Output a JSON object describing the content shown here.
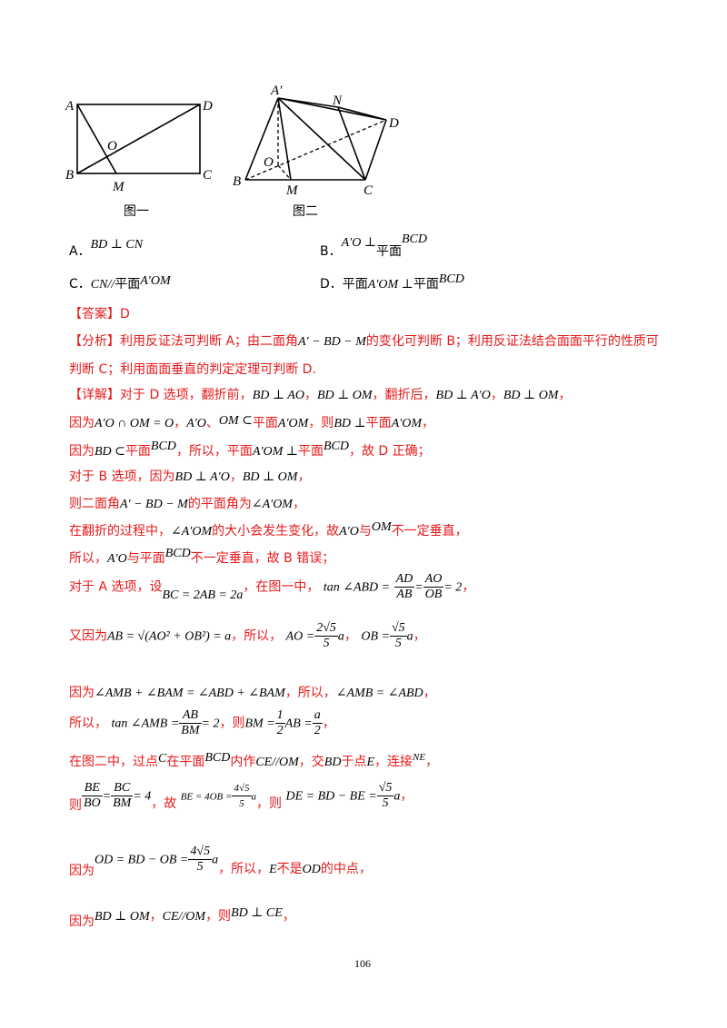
{
  "figures": {
    "fig1": {
      "caption": "图一",
      "labels": {
        "A": "A",
        "B": "B",
        "C": "C",
        "D": "D",
        "O": "O",
        "M": "M"
      }
    },
    "fig2": {
      "caption": "图二",
      "labels": {
        "A": "A′",
        "N": "N",
        "D": "D",
        "O": "O",
        "B": "B",
        "M": "M",
        "C": "C"
      }
    }
  },
  "options": {
    "A": {
      "letter": "A．",
      "math": "BD ⊥ CN"
    },
    "B": {
      "letter": "B．",
      "math": "A′O ⊥",
      "plane": "平面",
      "math2": "BCD"
    },
    "C": {
      "letter": "C．",
      "math": "CN//",
      "plane": "平面",
      "math2": "A′OM"
    },
    "D": {
      "letter": "D．",
      "plane1": "平面",
      "math": "A′OM ⊥",
      "plane2": "平面",
      "math2": "BCD"
    }
  },
  "answer": {
    "tag": "【答案】",
    "value": "D"
  },
  "analysis": {
    "tag": "【分析】",
    "line1a": "利用反证法可判断 A；由二面角",
    "line1math": "A′ − BD − M",
    "line1b": "的变化可判断 B；利用反证法结合面面平行的性质可",
    "line2": "判断 C；利用面面垂直的判定定理可判断 D."
  },
  "detail": {
    "tag": "【详解】",
    "l1a": "对于 D 选项，翻折前，",
    "l1m1": "BD ⊥ AO",
    "l1b": "，",
    "l1m2": "BD ⊥ OM",
    "l1c": "，翻折后，",
    "l1m3": "BD ⊥ A′O",
    "l1d": "，",
    "l1m4": "BD ⊥ OM",
    "l1e": "，",
    "l2a": "因为",
    "l2m1": "A′O ∩ OM = O",
    "l2b": "，",
    "l2m2": "A′O",
    "l2c": "、",
    "l2m3": "OM ⊂",
    "l2d": "平面",
    "l2m4": "A′OM",
    "l2e": "，则",
    "l2m5": "BD ⊥",
    "l2f": "平面",
    "l2m6": "A′OM",
    "l2g": "，",
    "l3a": "因为",
    "l3m1": "BD ⊂",
    "l3b": "平面",
    "l3m2": "BCD",
    "l3c": "，所以，平面",
    "l3m3": "A′OM ⊥",
    "l3d": "平面",
    "l3m4": "BCD",
    "l3e": "，故 D 正确；",
    "l4a": "对于 B 选项，因为",
    "l4m1": "BD ⊥ A′O",
    "l4b": "，",
    "l4m2": "BD ⊥ OM",
    "l4c": "，",
    "l5a": "则二面角",
    "l5m1": "A′ − BD − M",
    "l5b": "的平面角为",
    "l5m2": "∠A′OM",
    "l5c": "，",
    "l6a": "在翻折的过程中，",
    "l6m1": "∠A′OM",
    "l6b": "的大小会发生变化，故",
    "l6m2": "A′O",
    "l6c": "与",
    "l6m3": "OM",
    "l6d": "不一定垂直，",
    "l7a": "所以，",
    "l7m1": "A′O",
    "l7b": "与平面",
    "l7m2": "BCD",
    "l7c": "不一定垂直，故 B 错误；",
    "l8a": "对于 A 选项，设",
    "l8m1": "BC = 2AB = 2a",
    "l8b": "，在图一中，",
    "l8m2": "tan ∠ABD =",
    "l8f1n": "AD",
    "l8f1d": "AB",
    "l8eq": "=",
    "l8f2n": "AO",
    "l8f2d": "OB",
    "l8m3": "= 2",
    "l8c": "，",
    "l9a": "又因为",
    "l9m1": "AB = √(AO² + OB²) = a",
    "l9b": "，所以，",
    "l9m2": "AO =",
    "l9f1n": "2√5",
    "l9f1d": "5",
    "l9m3": "a",
    "l9c": "，",
    "l9m4": "OB =",
    "l9f2n": "√5",
    "l9f2d": "5",
    "l9m5": "a",
    "l9d": "，",
    "l10a": "因为",
    "l10m1": "∠AMB + ∠BAM = ∠ABD + ∠BAM",
    "l10b": "，所以，",
    "l10m2": "∠AMB = ∠ABD",
    "l10c": "，",
    "l11a": "所以，",
    "l11m1": "tan ∠AMB =",
    "l11f1n": "AB",
    "l11f1d": "BM",
    "l11m2": "= 2",
    "l11b": "，则",
    "l11m3": "BM =",
    "l11f2n": "1",
    "l11f2d": "2",
    "l11m4": "AB =",
    "l11f3n": "a",
    "l11f3d": "2",
    "l11c": "，",
    "l12a": "在图二中，过点",
    "l12m1": "C",
    "l12b": "在平面",
    "l12m2": "BCD",
    "l12c": "内作",
    "l12m3": "CE//OM",
    "l12d": "，交",
    "l12m4": "BD",
    "l12e": "于点",
    "l12m5": "E",
    "l12f": "，连接",
    "l12m6": "NE",
    "l12g": "，",
    "l13a": "则",
    "l13f1n": "BE",
    "l13f1d": "BO",
    "l13eq": "=",
    "l13f2n": "BC",
    "l13f2d": "BM",
    "l13m1": "= 4",
    "l13b": "，故",
    "l13m2": "BE = 4OB =",
    "l13f3n": "4√5",
    "l13f3d": "5",
    "l13m3": "a",
    "l13c": "，则",
    "l13m4": "DE = BD − BE =",
    "l13f4n": "√5",
    "l13f4d": "5",
    "l13m5": "a",
    "l13d": "，",
    "l14a": "因为",
    "l14m1": "OD = BD − OB =",
    "l14f1n": "4√5",
    "l14f1d": "5",
    "l14m2": "a",
    "l14b": "，所以，",
    "l14m3": "E",
    "l14c": "不是",
    "l14m4": "OD",
    "l14d": "的中点，",
    "l15a": "因为",
    "l15m1": "BD ⊥ OM",
    "l15b": "，",
    "l15m2": "CE//OM",
    "l15c": "，则",
    "l15m3": "BD ⊥ CE",
    "l15d": "，"
  },
  "page_number": "106"
}
